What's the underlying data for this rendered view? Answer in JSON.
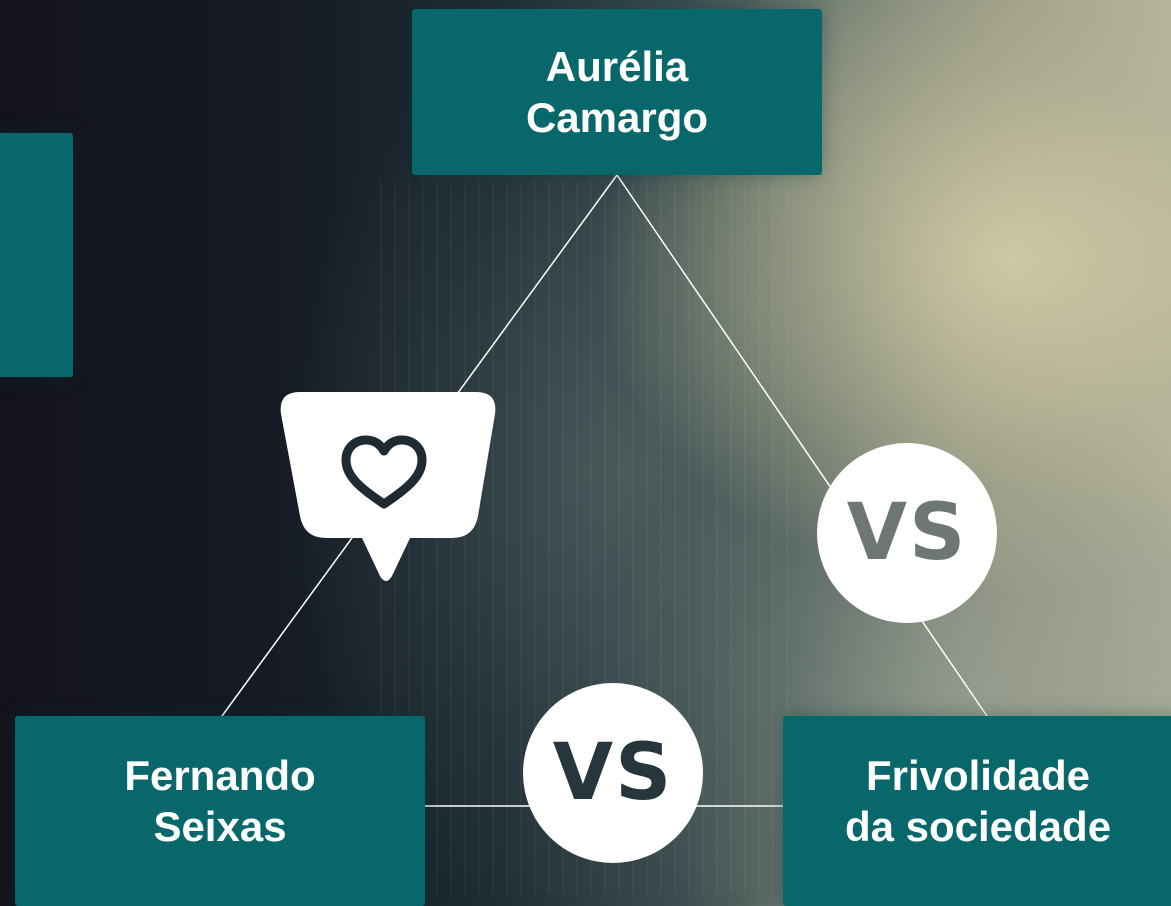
{
  "nodes": {
    "top": {
      "line1": "Aurélia",
      "line2": "Camargo"
    },
    "bottom_left": {
      "line1": "Fernando",
      "line2": "Seixas"
    },
    "bottom_right": {
      "line1": "Frivolidade",
      "line2": "da sociedade"
    }
  },
  "connectors": {
    "right_edge": {
      "label": "VS"
    },
    "bottom_edge": {
      "label": "VS"
    },
    "left_edge": {
      "icon": "heart-speech-bubble-icon"
    }
  },
  "colors": {
    "box": "#07676a",
    "text": "#ffffff",
    "line": "#ffffff",
    "vs_right": "#6f7774",
    "vs_bottom": "#27363c",
    "heart_stroke": "#1f2b33"
  }
}
